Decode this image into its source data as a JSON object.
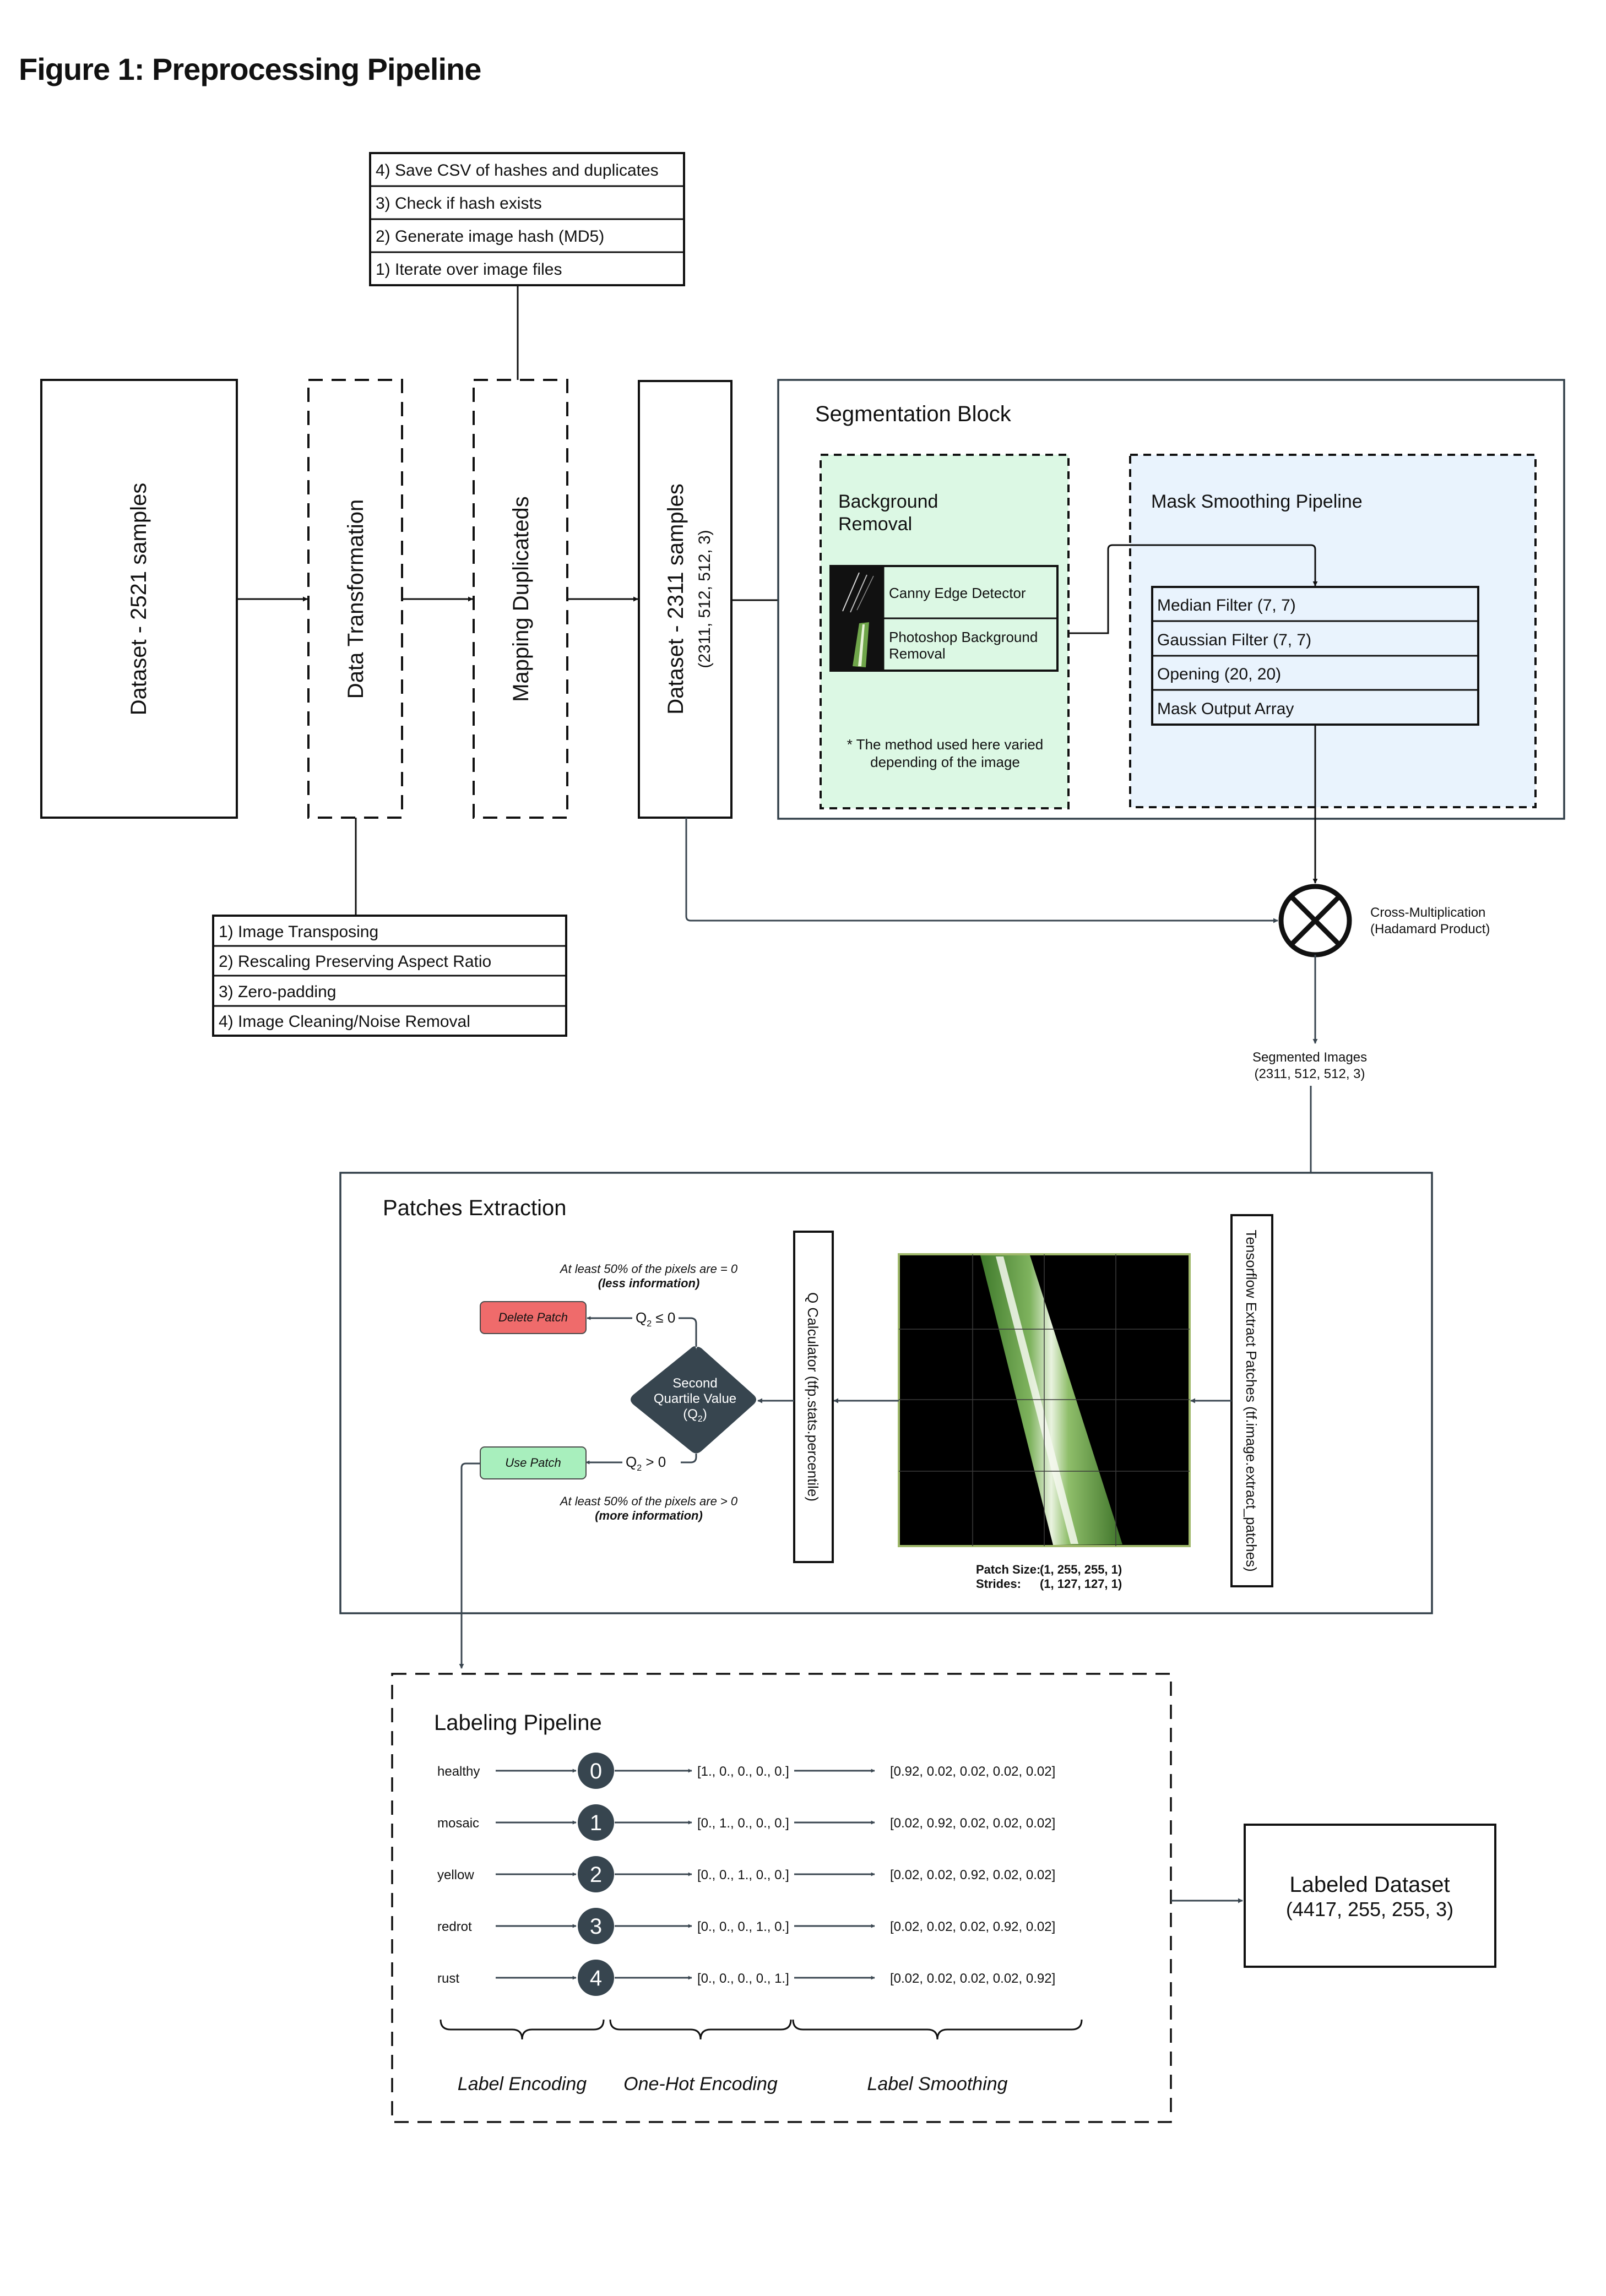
{
  "figure_title": "Figure 1: Preprocessing Pipeline",
  "hash_steps": [
    "4) Save CSV of hashes and duplicates",
    "3) Check if hash exists",
    "2) Generate image hash (MD5)",
    "1) Iterate over image files"
  ],
  "dataset_in": "Dataset - 2521 samples",
  "data_transformation": "Data Transformation",
  "mapping_duplicates": "Mapping Duplicateds",
  "dataset_mid": {
    "title": "Dataset - 2311 samples",
    "shape": "(2311, 512, 512, 3)"
  },
  "transform_steps": [
    "1) Image Transposing",
    "2) Rescaling Preserving Aspect Ratio",
    "3) Zero-padding",
    "4) Image Cleaning/Noise Removal"
  ],
  "segmentation": {
    "title": "Segmentation Block",
    "background_removal": {
      "title_line1": "Background",
      "title_line2": "Removal",
      "methods": [
        {
          "line1": "Canny Edge Detector",
          "line2": ""
        },
        {
          "line1": "Photoshop Background",
          "line2": "Removal"
        }
      ],
      "note_line1": "* The method used here varied",
      "note_line2": "depending of the image"
    },
    "mask_smoothing": {
      "title": "Mask Smoothing Pipeline",
      "steps": [
        "Median Filter (7, 7)",
        "Gaussian Filter (7, 7)",
        "Opening (20, 20)",
        "Mask Output Array"
      ]
    }
  },
  "cross_mult": {
    "line1": "Cross-Multiplication",
    "line2": "(Hadamard Product)"
  },
  "segmented": {
    "line1": "Segmented Images",
    "line2": "(2311, 512, 512, 3)"
  },
  "patches": {
    "title": "Patches Extraction",
    "tensorflow": "Tensorflow Extract Patches (tf.image.extract_patches)",
    "q_calculator": "Q Calculator (tfp.stats.percentile)",
    "patch_size_label": "Patch Size:",
    "patch_size_value": "(1, 255, 255, 1)",
    "strides_label": "Strides:",
    "strides_value": "(1,  127,  127, 1)",
    "diamond_line1": "Second",
    "diamond_line2": "Quartile Value",
    "diamond_line3": "(Q",
    "diamond_sub": "2",
    "diamond_end": ")",
    "delete": "Delete Patch",
    "use": "Use Patch",
    "q_le": {
      "q": "Q",
      "sub": "2",
      "rest": " ≤ 0"
    },
    "q_gt": {
      "q": "Q",
      "sub": "2",
      "rest": " > 0"
    },
    "less_line1": "At least 50% of the pixels are = 0",
    "less_line2": "(less information)",
    "more_line1": "At least 50% of the pixels are > 0",
    "more_line2": "(more information)"
  },
  "labeling": {
    "title": "Labeling Pipeline",
    "rows": [
      {
        "label": "healthy",
        "index": "0",
        "onehot": "[1., 0., 0., 0., 0.]",
        "smooth": "[0.92, 0.02, 0.02, 0.02, 0.02]"
      },
      {
        "label": "mosaic",
        "index": "1",
        "onehot": "[0., 1., 0., 0., 0.]",
        "smooth": "[0.02, 0.92, 0.02, 0.02, 0.02]"
      },
      {
        "label": "yellow",
        "index": "2",
        "onehot": "[0., 0., 1., 0., 0.]",
        "smooth": "[0.02, 0.02, 0.92, 0.02, 0.02]"
      },
      {
        "label": "redrot",
        "index": "3",
        "onehot": "[0., 0., 0., 1., 0.]",
        "smooth": "[0.02, 0.02, 0.02, 0.92, 0.02]"
      },
      {
        "label": "rust",
        "index": "4",
        "onehot": "[0., 0., 0., 0., 1.]",
        "smooth": "[0.02, 0.02, 0.02, 0.02, 0.92]"
      }
    ],
    "groups": [
      "Label Encoding",
      "One-Hot Encoding",
      "Label Smoothing"
    ]
  },
  "labeled": {
    "line1": "Labeled Dataset",
    "line2": "(4417, 255, 255, 3)"
  },
  "colors": {
    "green_fill": "#dcf8e4",
    "blue_fill": "#e9f3fd",
    "node_dark": "#37454f",
    "delete_fill": "#ef6b6b",
    "use_fill": "#a8efbd",
    "leaf_green": "#4f8c36"
  }
}
